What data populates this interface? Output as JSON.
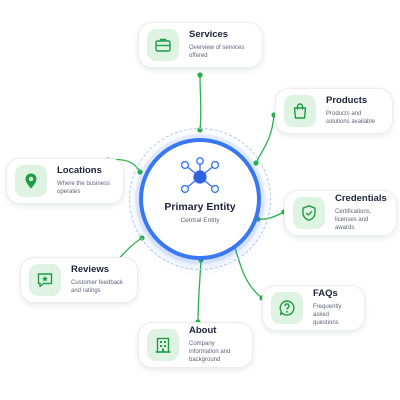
{
  "center": {
    "title": "Primary Entity",
    "subtitle": "Central Entity",
    "icon": "network-hub-icon"
  },
  "nodes": [
    {
      "id": "services",
      "title": "Services",
      "subtitle": "Overview of services offered",
      "icon": "briefcase-icon"
    },
    {
      "id": "products",
      "title": "Products",
      "subtitle": "Products and solutions available",
      "icon": "shopping-bag-icon"
    },
    {
      "id": "credentials",
      "title": "Credentials",
      "subtitle": "Certifications, licenses and awards",
      "icon": "shield-check-icon"
    },
    {
      "id": "faqs",
      "title": "FAQs",
      "subtitle": "Frequently asked questions",
      "icon": "question-bubble-icon"
    },
    {
      "id": "about",
      "title": "About",
      "subtitle": "Company information and background",
      "icon": "building-icon"
    },
    {
      "id": "reviews",
      "title": "Reviews",
      "subtitle": "Customer feedback and ratings",
      "icon": "star-message-icon"
    },
    {
      "id": "locations",
      "title": "Locations",
      "subtitle": "Where the business operates",
      "icon": "map-pin-icon"
    }
  ],
  "colors": {
    "accent_blue": "#3a78f2",
    "connector_green": "#2bb24c",
    "icon_tile_bg": "#dff3e3",
    "icon_green": "#1f9d46"
  }
}
